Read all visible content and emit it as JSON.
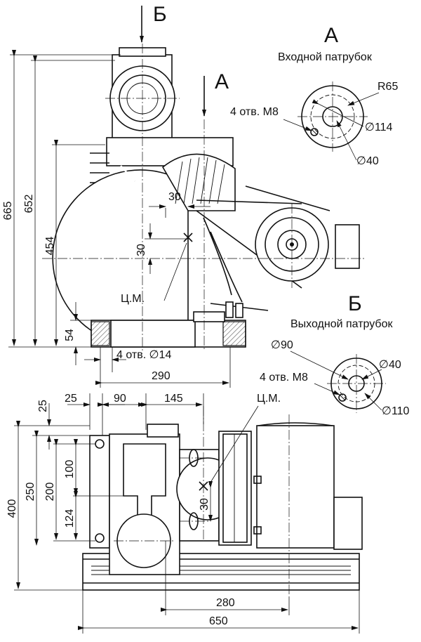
{
  "views": {
    "section_b_letter": "Б",
    "section_a_letter": "А",
    "center_mass_label": "Ц.М."
  },
  "top_dims": {
    "overall_height": "665",
    "height_to_inlet": "652",
    "height_to_axis": "454",
    "base_height": "54",
    "cm_horizontal": "30",
    "cm_vertical": "30",
    "mount_holes": "4 отв. ∅14",
    "width_290": "290"
  },
  "inlet_detail": {
    "letter": "А",
    "title": "Входной патрубок",
    "radius": "R65",
    "holes": "4 отв. М8",
    "outer_diameter": "∅114",
    "inner_diameter": "∅40"
  },
  "outlet_detail": {
    "letter": "Б",
    "title": "Выходной патрубок",
    "bolt_circle": "∅90",
    "holes": "4 отв. М8",
    "inner_diameter": "∅40",
    "outer_diameter": "∅110"
  },
  "plan_dims": {
    "d25_top": "25",
    "d25_left": "25",
    "d90": "90",
    "d145": "145",
    "d400": "400",
    "d250": "250",
    "d200": "200",
    "d100": "100",
    "d124": "124",
    "d30": "30",
    "d280": "280",
    "d650": "650",
    "cm_label": "Ц.М."
  }
}
